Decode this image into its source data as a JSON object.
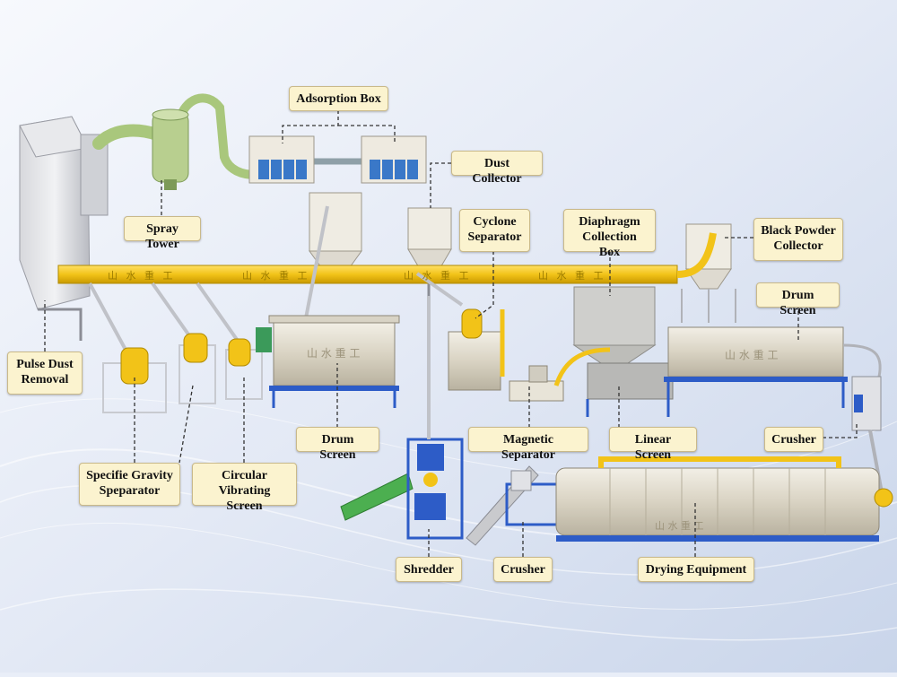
{
  "labels": {
    "adsorption_box": "Adsorption Box",
    "spray_tower": "Spray Tower",
    "dust_collector": "Dust Collector",
    "cyclone_separator": "Cyclone\nSeparator",
    "diaphragm_collection_box": "Diaphragm\nCollection Box",
    "black_powder_collector": "Black Powder\nCollector",
    "drum_screen_right": "Drum Screen",
    "pulse_dust_removal": "Pulse Dust\nRemoval",
    "drum_screen_center": "Drum Screen",
    "magnetic_separator": "Magnetic Separator",
    "linear_screen": "Linear Screen",
    "crusher_right": "Crusher",
    "specific_gravity_separator": "Specifie Gravity\nSpeparator",
    "circular_vibrating_screen": "Circular\nVibrating Screen",
    "shredder": "Shredder",
    "crusher_bottom": "Crusher",
    "drying_equipment": "Drying Equipment"
  },
  "equipment_marking": "山 水 重 工",
  "colors": {
    "background": "#e9eef8",
    "pipe_yellow": "#f2c318",
    "frame_blue": "#2d5cc7",
    "pipe_green": "#a9c77c",
    "label_fill": "#fbf3cf"
  }
}
